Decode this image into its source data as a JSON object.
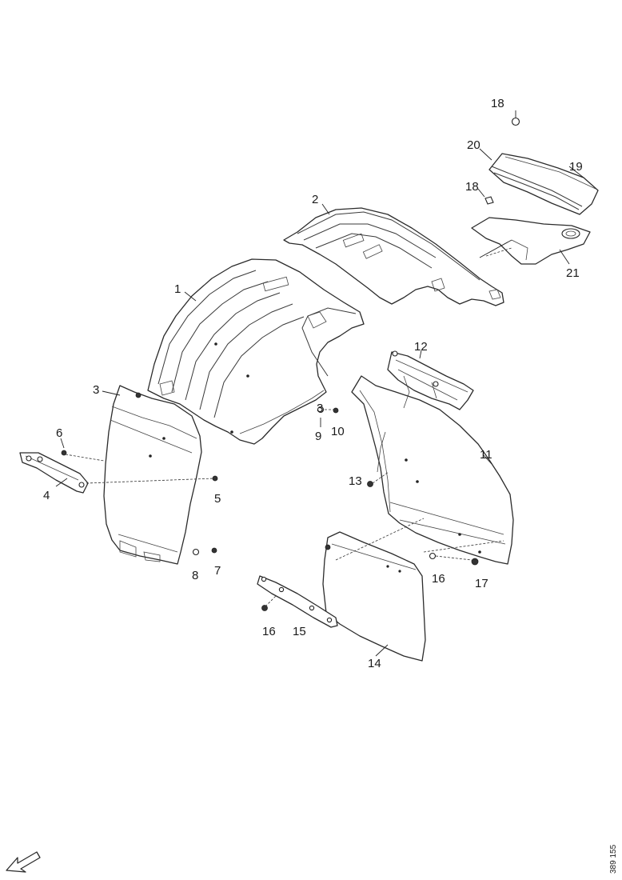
{
  "diagram": {
    "callouts": {
      "p1": "1",
      "p2": "2",
      "p3a": "3",
      "p3b": "3",
      "p4": "4",
      "p5": "5",
      "p6": "6",
      "p7": "7",
      "p8": "8",
      "p9": "9",
      "p10": "10",
      "p11": "11",
      "p12": "12",
      "p13": "13",
      "p14": "14",
      "p15": "15",
      "p16a": "16",
      "p16b": "16",
      "p17": "17",
      "p18a": "18",
      "p18b": "18",
      "p19": "19",
      "p20": "20",
      "p21": "21"
    },
    "doc_ref": "389 155",
    "orientation_arrow_icon": "arrow-down-left-icon"
  }
}
